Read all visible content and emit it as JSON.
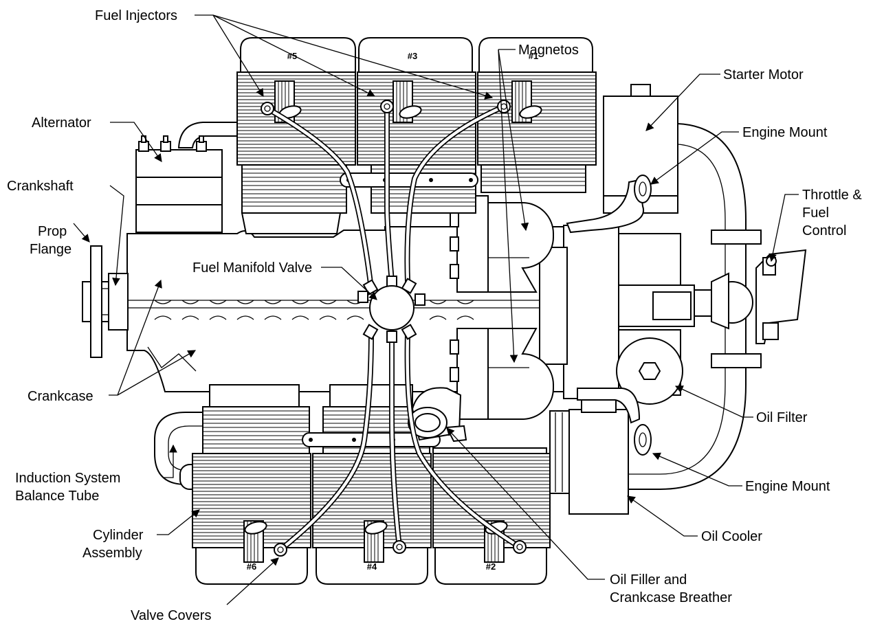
{
  "labels": {
    "fuel_injectors": "Fuel Injectors",
    "magnetos": "Magnetos",
    "starter_motor": "Starter Motor",
    "alternator": "Alternator",
    "engine_mount_top": "Engine Mount",
    "crankshaft": "Crankshaft",
    "throttle_line1": "Throttle &",
    "throttle_line2": "Fuel",
    "throttle_line3": "Control",
    "prop_line1": "Prop",
    "prop_line2": "Flange",
    "fuel_manifold_valve": "Fuel Manifold Valve",
    "crankcase": "Crankcase",
    "oil_filter": "Oil Filter",
    "induction_line1": "Induction System",
    "induction_line2": "Balance Tube",
    "engine_mount_bottom": "Engine Mount",
    "cylinder_line1": "Cylinder",
    "cylinder_line2": "Assembly",
    "oil_cooler": "Oil Cooler",
    "oil_filler_line1": "Oil Filler and",
    "oil_filler_line2": "Crankcase Breather",
    "valve_covers": "Valve Covers"
  },
  "cylinders": {
    "top": [
      "#5",
      "#3",
      "#1"
    ],
    "bottom": [
      "#6",
      "#4",
      "#2"
    ]
  }
}
